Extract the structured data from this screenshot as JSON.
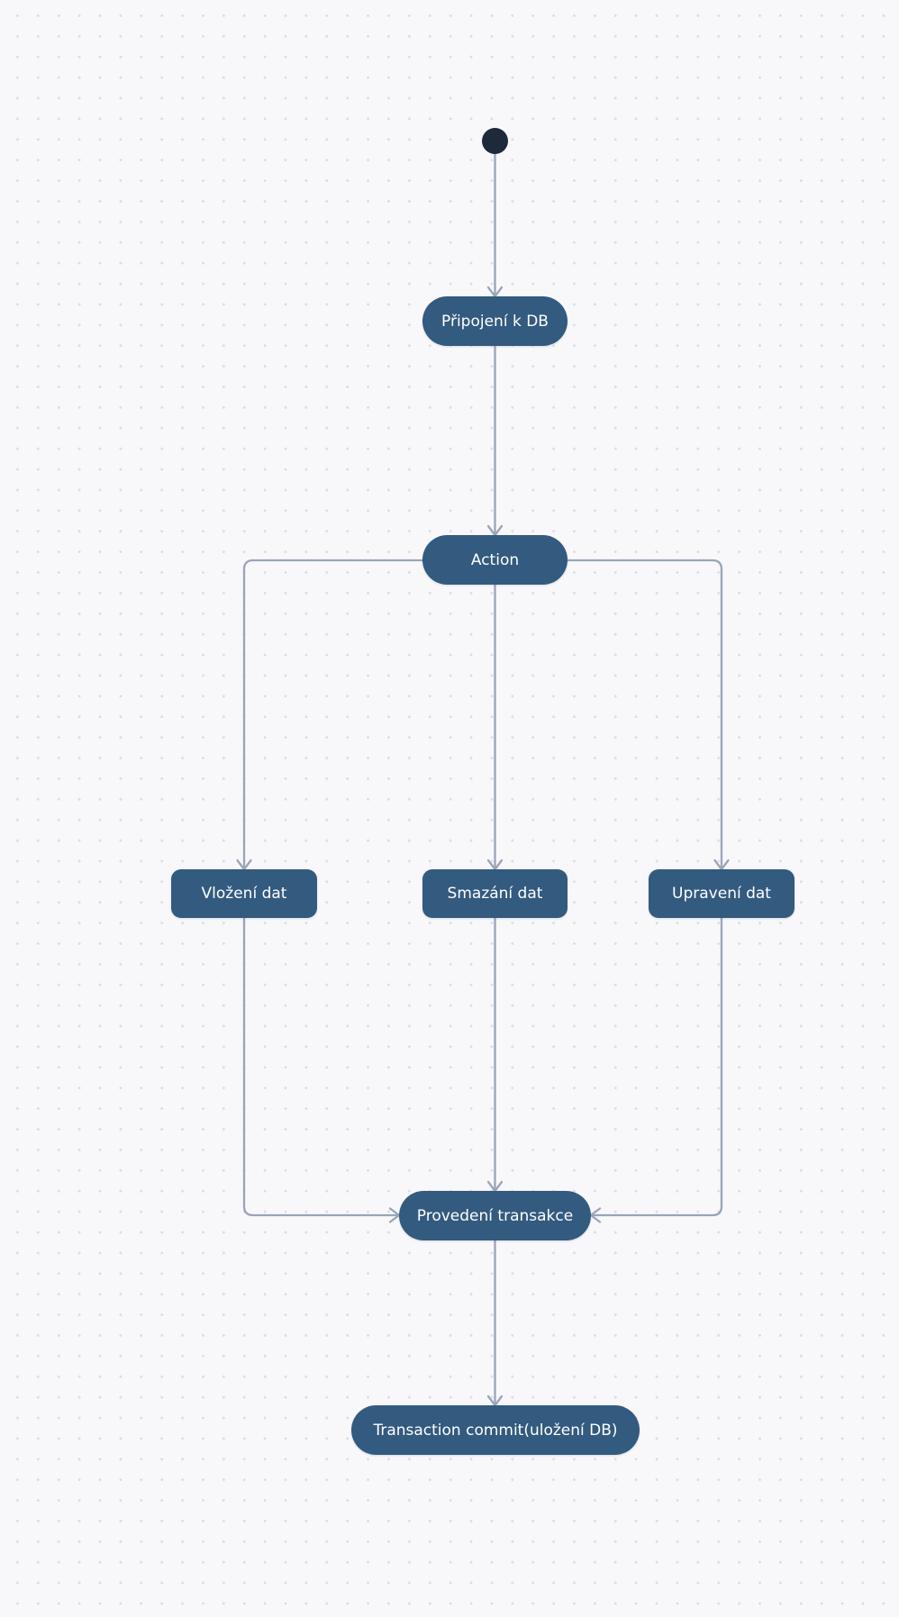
{
  "diagram": {
    "type": "activity-diagram",
    "colors": {
      "background": "#f8f8fb",
      "grid_dot": "#d9dce3",
      "node_fill": "#335a7f",
      "node_text": "#ffffff",
      "start_node": "#1e293b",
      "edge": "#9aa4b8"
    },
    "nodes": {
      "connect": {
        "label": "Připojení k DB"
      },
      "action": {
        "label": "Action"
      },
      "insert": {
        "label": "Vložení dat"
      },
      "delete": {
        "label": "Smazání dat"
      },
      "update": {
        "label": "Upravení dat"
      },
      "transaction": {
        "label": "Provedení transakce"
      },
      "commit": {
        "label": "Transaction commit(uložení DB)"
      }
    },
    "edges": [
      {
        "from": "start",
        "to": "connect"
      },
      {
        "from": "connect",
        "to": "action"
      },
      {
        "from": "action",
        "to": "insert"
      },
      {
        "from": "action",
        "to": "delete"
      },
      {
        "from": "action",
        "to": "update"
      },
      {
        "from": "insert",
        "to": "transaction"
      },
      {
        "from": "delete",
        "to": "transaction"
      },
      {
        "from": "update",
        "to": "transaction"
      },
      {
        "from": "transaction",
        "to": "commit"
      }
    ]
  }
}
